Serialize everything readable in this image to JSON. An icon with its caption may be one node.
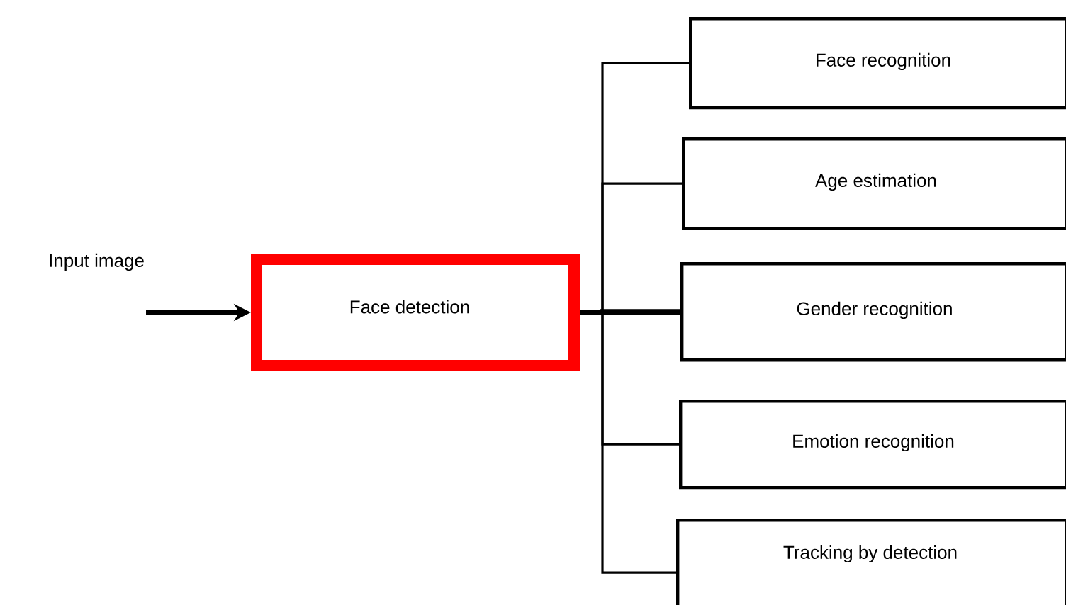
{
  "diagram": {
    "nodes": [
      {
        "text": [
          "Face detection"
        ]
      },
      {
        "text": [
          "Face recognition"
        ]
      },
      {
        "text": [
          "Age estimation"
        ]
      },
      {
        "text": [
          "Gender recognition"
        ]
      },
      {
        "text": [
          "Emotion recognition"
        ]
      },
      {
        "text": [
          "Tracking by detection"
        ]
      }
    ],
    "edges": [
      {
        "from": null,
        "to": 0,
        "arrow": "to",
        "label": "Input image",
        "style": "thick"
      },
      {
        "from": 0,
        "to": 1,
        "arrow": "none"
      },
      {
        "from": 0,
        "to": 2,
        "arrow": "none"
      },
      {
        "from": 0,
        "to": 3,
        "arrow": "none",
        "style": "thick"
      },
      {
        "from": 0,
        "to": 4,
        "arrow": "none"
      },
      {
        "from": 0,
        "to": 5,
        "arrow": "none"
      }
    ]
  }
}
